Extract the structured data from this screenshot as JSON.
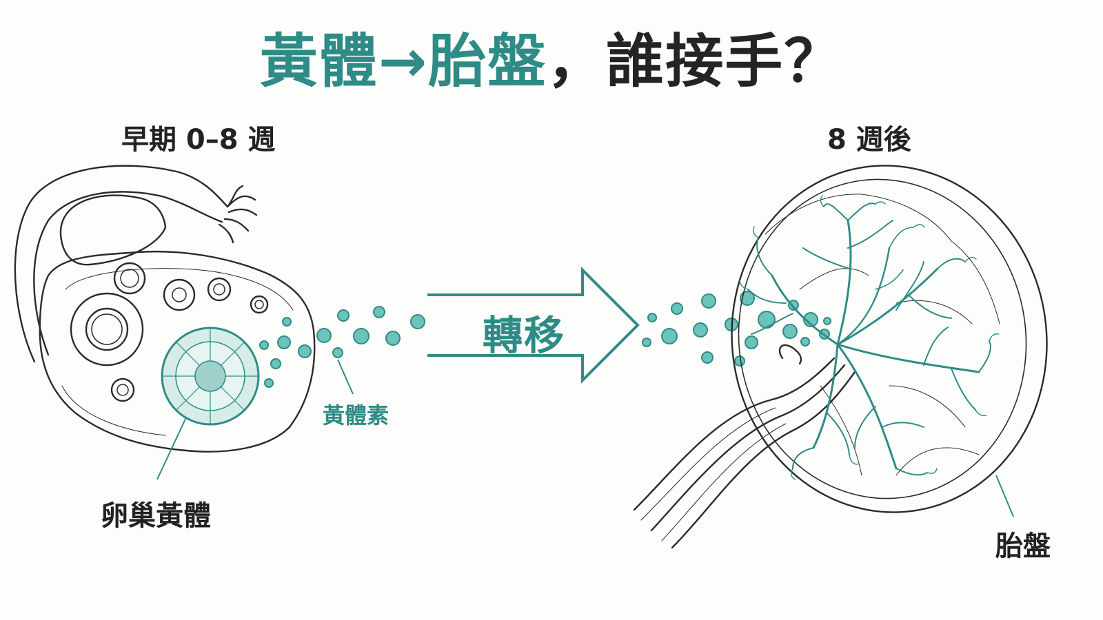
{
  "title": {
    "part_a": "黃體",
    "arrow": "→",
    "part_b": "胎盤",
    "part_c": "，誰接手？"
  },
  "left": {
    "heading": "早期 0–8 週",
    "organ_label": "卵巢黃體",
    "hormone_label": "黃體素"
  },
  "center": {
    "arrow_label": "轉移"
  },
  "right": {
    "heading": "8 週後",
    "organ_label": "胎盤"
  },
  "colors": {
    "accent": "#2e8b86",
    "ink": "#242424",
    "dot_fill": "#6cc3b9"
  }
}
